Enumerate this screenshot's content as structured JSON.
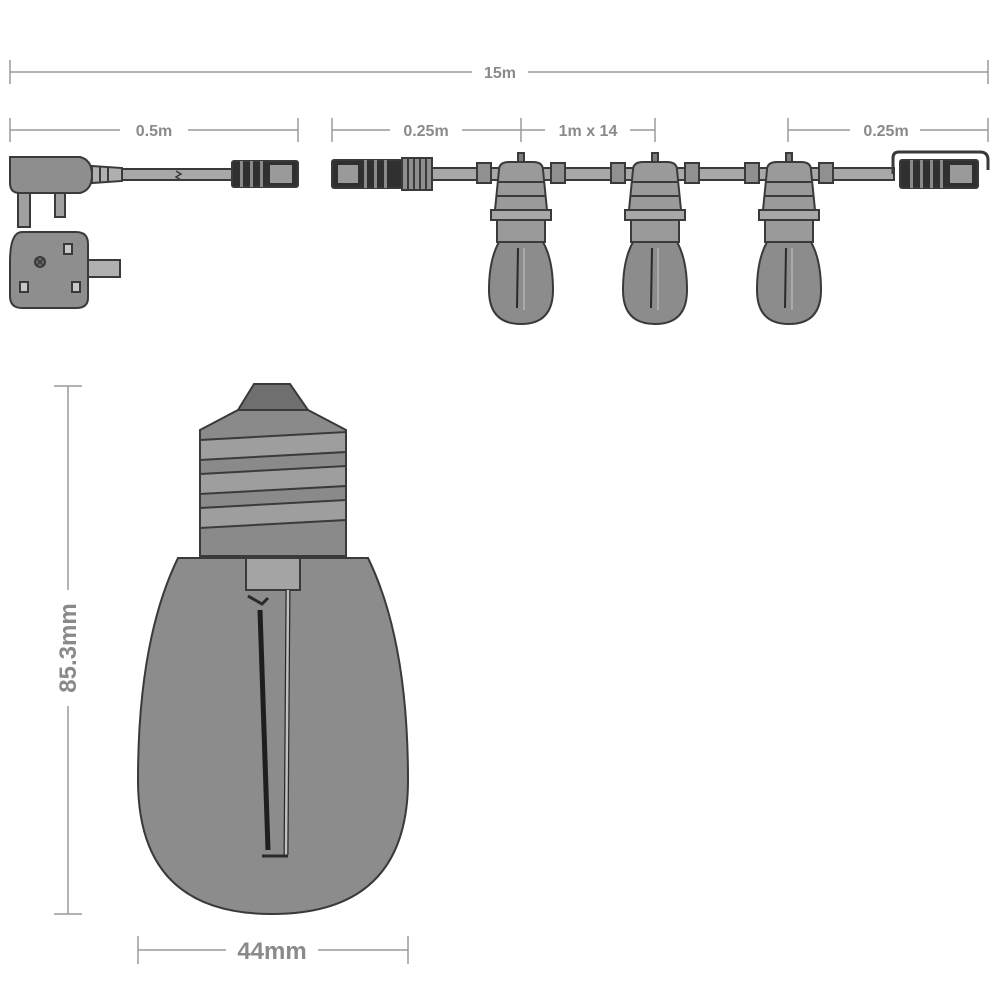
{
  "dimensions": {
    "total_length": "15m",
    "plug_lead": "0.5m",
    "lead_in": "0.25m",
    "bulb_spacing": "1m x 14",
    "lead_out": "0.25m",
    "bulb_height": "85.3mm",
    "bulb_width": "44mm"
  },
  "colors": {
    "outline": "#3a3a3a",
    "bulb": "#8c8c8c",
    "dimension": "#9a9a9a"
  }
}
